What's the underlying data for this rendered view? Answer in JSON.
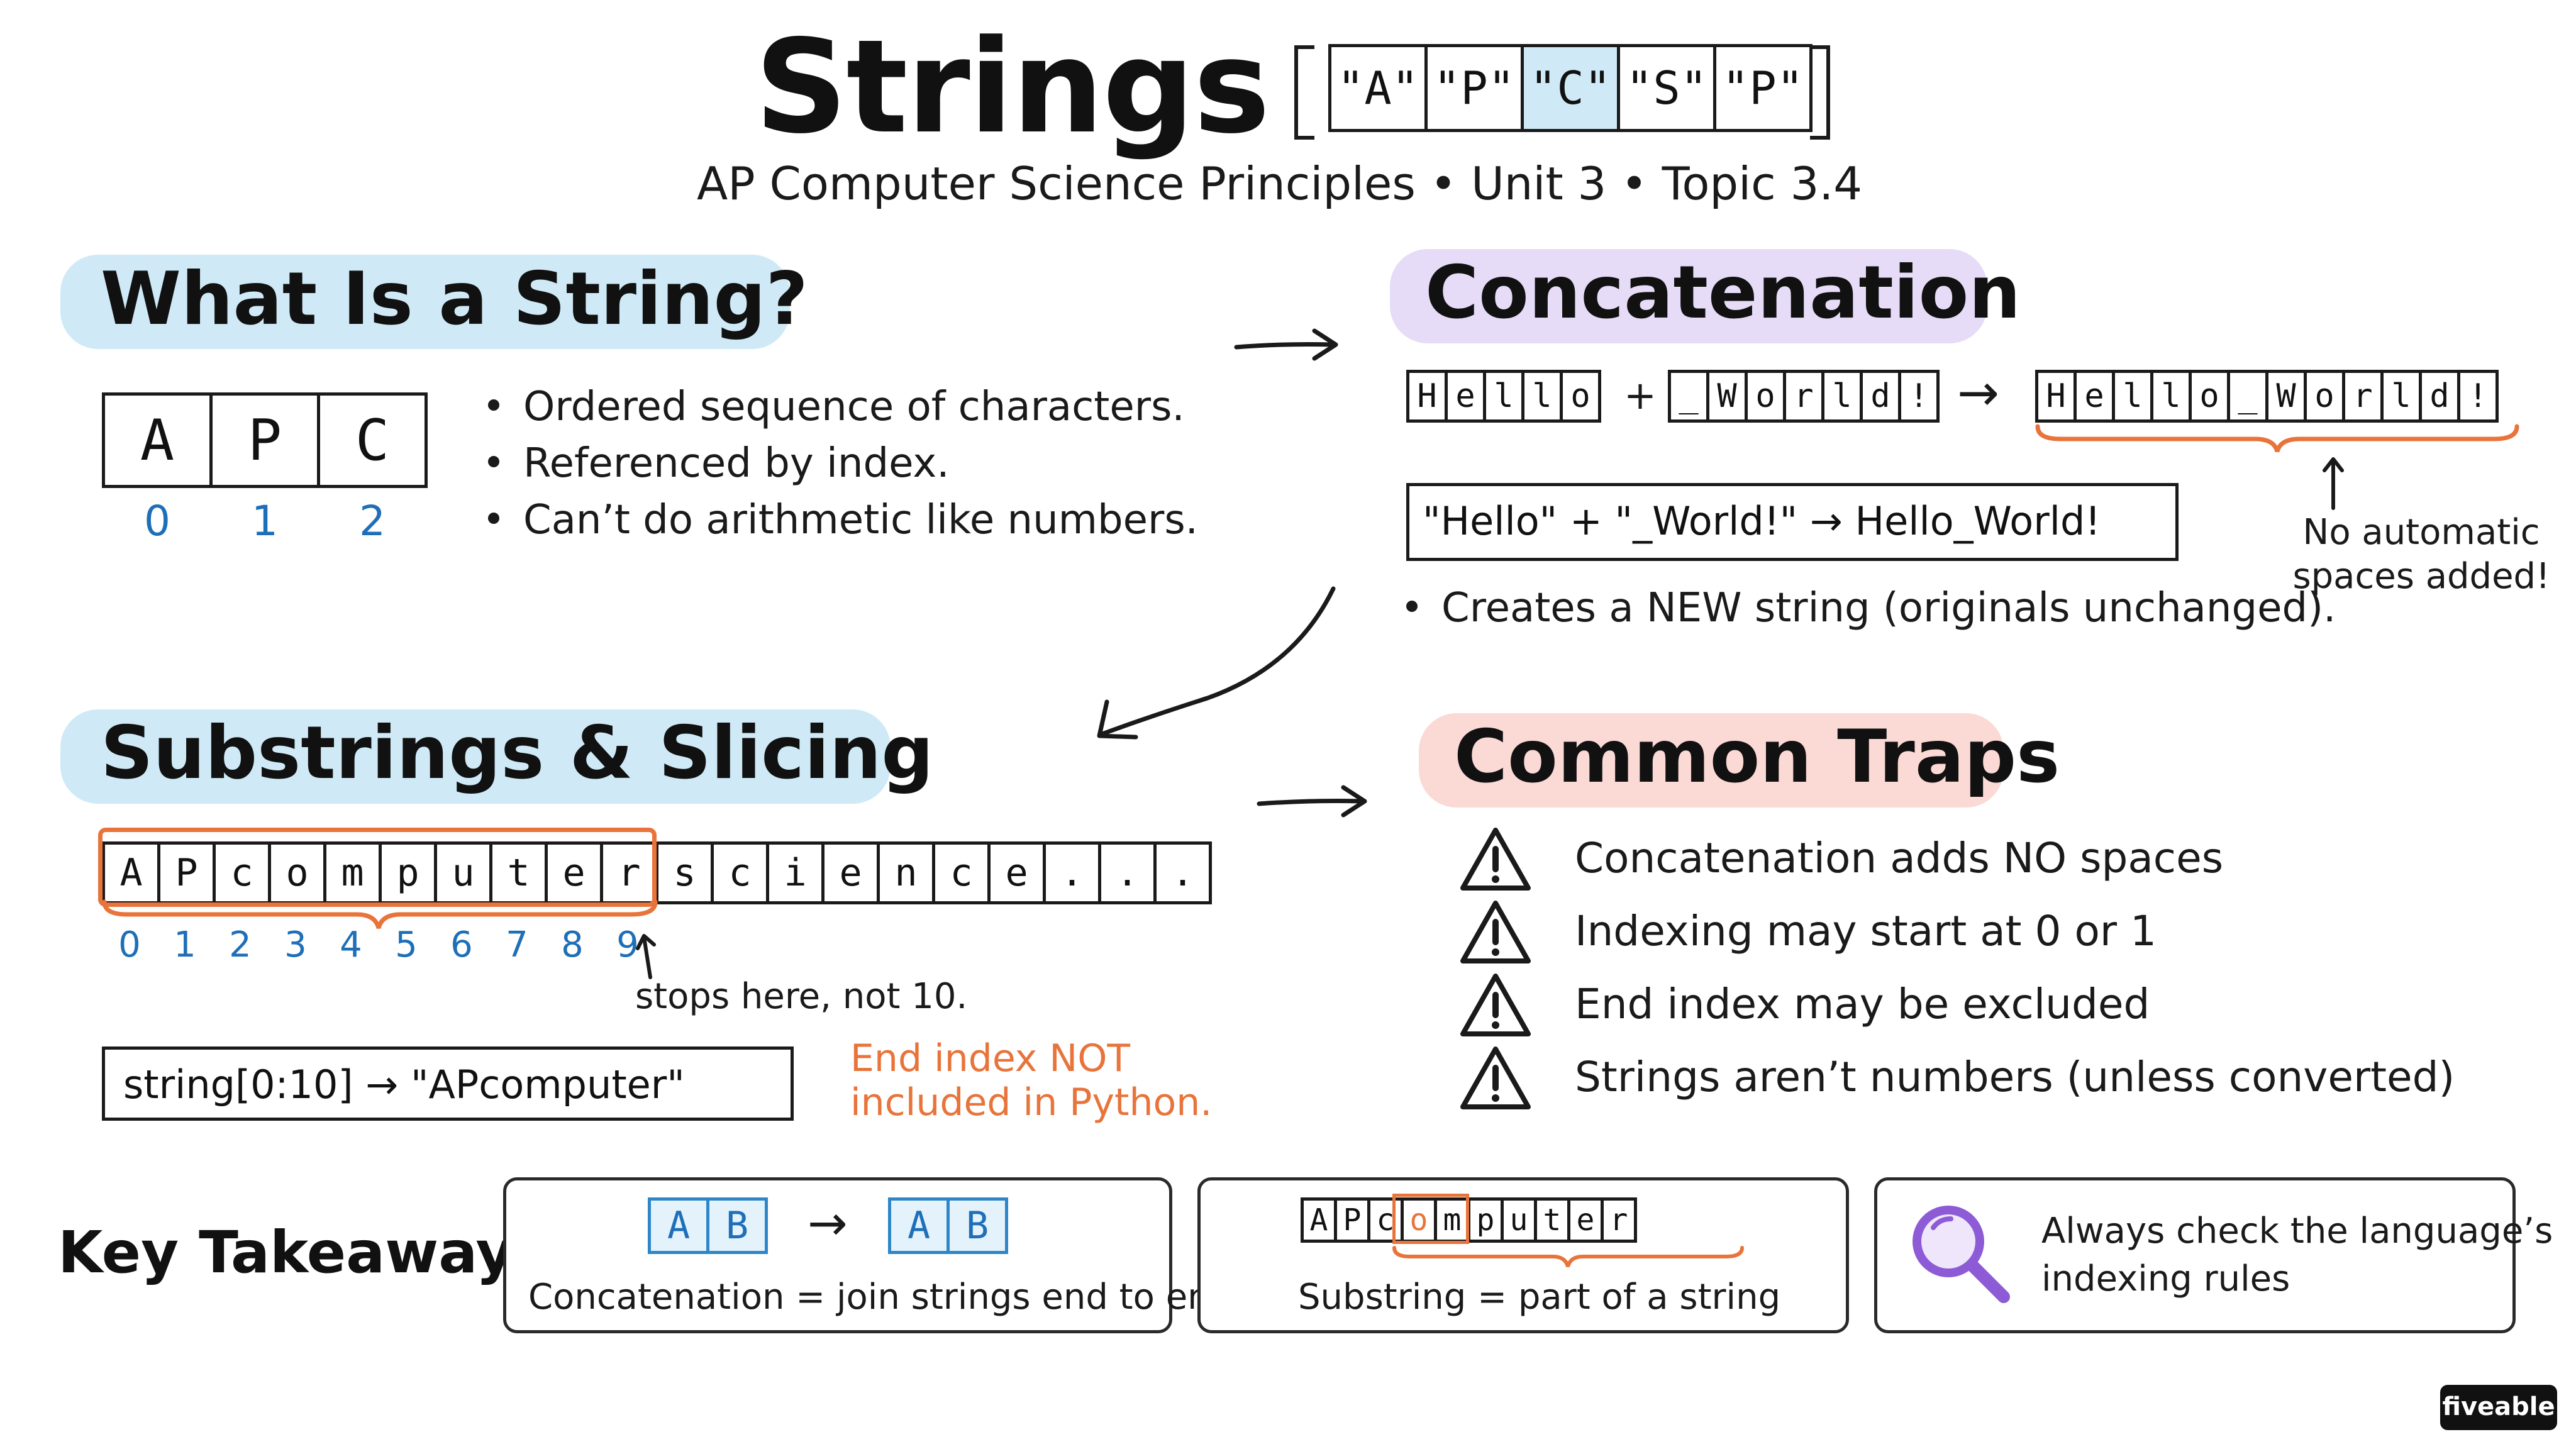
{
  "title": "Strings",
  "title_array": [
    "\"A\"",
    "\"P\"",
    "\"C\"",
    "\"S\"",
    "\"P\""
  ],
  "subtitle": "AP Computer Science Principles • Unit 3 • Topic 3.4",
  "colors": {
    "blue_highlight": "#cfeaf6",
    "purple_highlight": "#e6dcf7",
    "red_highlight": "#fbd9d5",
    "accent_orange": "#e8743b",
    "index_blue": "#1e6fb8",
    "magnifier_purple": "#8e5bd6"
  },
  "what_is": {
    "heading": "What Is a String?",
    "cells": [
      "A",
      "P",
      "C"
    ],
    "indices": [
      "0",
      "1",
      "2"
    ],
    "bullets": [
      "Ordered sequence of characters.",
      "Referenced by index.",
      "Can’t do arithmetic like numbers."
    ]
  },
  "concatenation": {
    "heading": "Concatenation",
    "left_chars": [
      "H",
      "e",
      "l",
      "l",
      "o"
    ],
    "plus": "+",
    "right_chars": [
      "_",
      "W",
      "o",
      "r",
      "l",
      "d",
      "!"
    ],
    "arrow": "→",
    "result_chars": [
      "H",
      "e",
      "l",
      "l",
      "o",
      "_",
      "W",
      "o",
      "r",
      "l",
      "d",
      "!"
    ],
    "code": "\"Hello\" + \"_World!\"  →  Hello_World!",
    "note": [
      "No automatic",
      "spaces added!"
    ],
    "bullet": "Creates a NEW string (originals unchanged)."
  },
  "substrings": {
    "heading": "Substrings & Slicing",
    "chars": [
      "A",
      "P",
      "c",
      "o",
      "m",
      "p",
      "u",
      "t",
      "e",
      "r",
      "s",
      "c",
      "i",
      "e",
      "n",
      "c",
      "e",
      ".",
      ".",
      "."
    ],
    "indices": [
      "0",
      "1",
      "2",
      "3",
      "4",
      "5",
      "6",
      "7",
      "8",
      "9"
    ],
    "stop_note": "stops here, not 10.",
    "code": "string[0:10] → \"APcomputer\"",
    "warning": [
      "End index NOT",
      "included in Python."
    ]
  },
  "traps": {
    "heading": "Common Traps",
    "items": [
      "Concatenation adds NO spaces",
      "Indexing may start at 0 or 1",
      "End index may be excluded",
      "Strings aren’t numbers (unless converted)"
    ]
  },
  "takeaways": {
    "label": "Key Takeaways:",
    "card1": {
      "left": [
        "A",
        "B"
      ],
      "arrow": "→",
      "right": [
        "A",
        "B"
      ],
      "caption": "Concatenation = join strings end to end"
    },
    "card2": {
      "chars": [
        "A",
        "P",
        "c",
        "o",
        "m",
        "p",
        "u",
        "t",
        "e",
        "r"
      ],
      "caption": "Substring = part of a string"
    },
    "card3": {
      "icon": "magnifier-icon",
      "lines": [
        "Always check the language’s",
        "indexing rules"
      ]
    }
  },
  "brand": "fiveable"
}
